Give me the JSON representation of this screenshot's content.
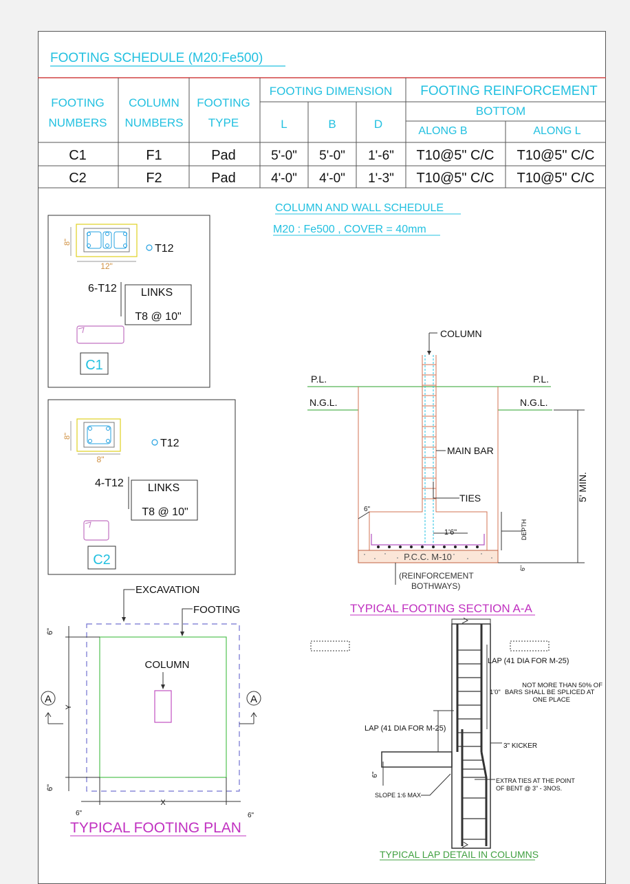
{
  "title": "FOOTING SCHEDULE (M20:Fe500)",
  "table": {
    "headers": {
      "footing_numbers": [
        "FOOTING",
        "NUMBERS"
      ],
      "column_numbers": [
        "COLUMN",
        "NUMBERS"
      ],
      "footing_type": [
        "FOOTING",
        "TYPE"
      ],
      "footing_dimension": "FOOTING DIMENSION",
      "footing_reinforcement": "FOOTING REINFORCEMENT",
      "dim_l": "L",
      "dim_b": "B",
      "dim_d": "D",
      "bottom": "BOTTOM",
      "along_b": "ALONG B",
      "along_l": "ALONG L"
    },
    "rows": [
      {
        "footing": "C1",
        "column": "F1",
        "type": "Pad",
        "l": "5'-0\"",
        "b": "5'-0\"",
        "d": "1'-6\"",
        "along_b": "T10@5\" C/C",
        "along_l": "T10@5\" C/C"
      },
      {
        "footing": "C2",
        "column": "F2",
        "type": "Pad",
        "l": "4'-0\"",
        "b": "4'-0\"",
        "d": "1'-3\"",
        "along_b": "T10@5\" C/C",
        "along_l": "T10@5\" C/C"
      }
    ]
  },
  "column_schedule": {
    "title": "COLUMN AND WALL SCHEDULE",
    "subtitle": "M20 : Fe500 , COVER = 40mm"
  },
  "c1_detail": {
    "dim_v": "8\"",
    "dim_h": "12\"",
    "bar": "T12",
    "main": "6-T12",
    "links": "LINKS",
    "links_spacing": "T8 @ 10\"",
    "tag": "C1"
  },
  "c2_detail": {
    "dim_v": "8\"",
    "dim_h": "8\"",
    "bar": "T12",
    "main": "4-T12",
    "links": "LINKS",
    "links_spacing": "T8 @ 10\"",
    "tag": "C2"
  },
  "section": {
    "column": "COLUMN",
    "pl_left": "P.L.",
    "pl_right": "P.L.",
    "ngl_left": "N.G.L.",
    "ngl_right": "N.G.L.",
    "main_bar": "MAIN BAR",
    "ties": "TIES",
    "dim_6": "6\"",
    "dim_16": "1'6\"",
    "depth": "DEPTH",
    "pcc": "P.C.C. M-10",
    "reinf_1": "(REINFORCEMENT",
    "reinf_2": "BOTHWAYS)",
    "min": "5' MIN.",
    "dim_6b": "6\"",
    "title": "TYPICAL FOOTING SECTION A-A"
  },
  "plan": {
    "excavation": "EXCAVATION",
    "footing": "FOOTING",
    "column": "COLUMN",
    "marker": "A",
    "dim_6_top": "6\"",
    "dim_6_bottom": "6\"",
    "dim_y": "Y",
    "dim_x": "X",
    "dim_6_left": "6\"",
    "dim_6_right": "6\"",
    "title": "TYPICAL FOOTING PLAN"
  },
  "lap": {
    "lap_right": "LAP (41 DIA FOR M-25)",
    "note_1": "NOT MORE THAN 50% OF",
    "note_2": "BARS SHALL BE SPLICED AT",
    "note_3": "ONE PLACE",
    "note_dim": "1'0\"",
    "lap_left": "LAP (41 DIA FOR M-25)",
    "kicker": "3\" KICKER",
    "extra_1": "EXTRA TIES AT THE POINT",
    "extra_2": "OF BENT @ 3\" - 3NOS.",
    "dim_6": "6\"",
    "slope": "SLOPE 1:6 MAX",
    "title": "TYPICAL LAP DETAIL IN COLUMNS"
  }
}
